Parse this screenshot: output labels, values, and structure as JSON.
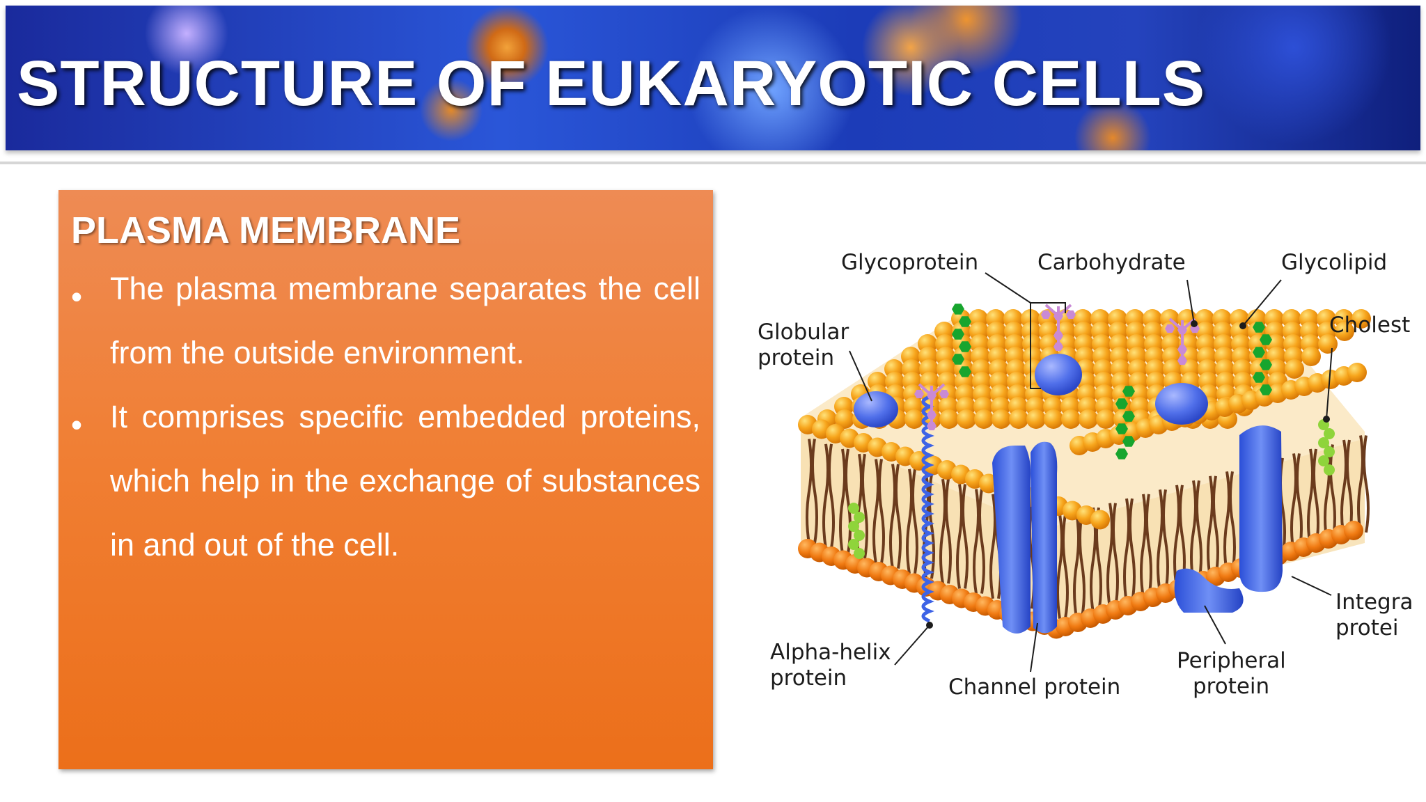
{
  "slide": {
    "title": "STRUCTURE OF EUKARYOTIC CELLS",
    "panel": {
      "heading": "PLASMA MEMBRANE",
      "bullets": [
        "The plasma membrane separates the cell from the outside environment.",
        "It comprises specific embedded proteins, which help in the exchange of substances in and out of the cell."
      ]
    },
    "figure": {
      "labels": {
        "glycoprotein": "Glycoprotein",
        "carbohydrate": "Carbohydrate",
        "glycolipid": "Glycolipid",
        "globular_1": "Globular",
        "globular_2": "protein",
        "cholesterol": "Cholest",
        "alpha_1": "Alpha-helix",
        "alpha_2": "protein",
        "channel": "Channel protein",
        "peripheral_1": "Peripheral",
        "peripheral_2": "protein",
        "integral_1": "Integra",
        "integral_2": "protei"
      }
    }
  },
  "colors": {
    "panel_orange": "#f07f34",
    "protein_blue": "#3d63e6",
    "lipid_head_orange": "#f7a51c",
    "glycolipid_green": "#17a52e",
    "carbohydrate_pink": "#c98ad6",
    "cholesterol_green": "#8fd43b"
  }
}
